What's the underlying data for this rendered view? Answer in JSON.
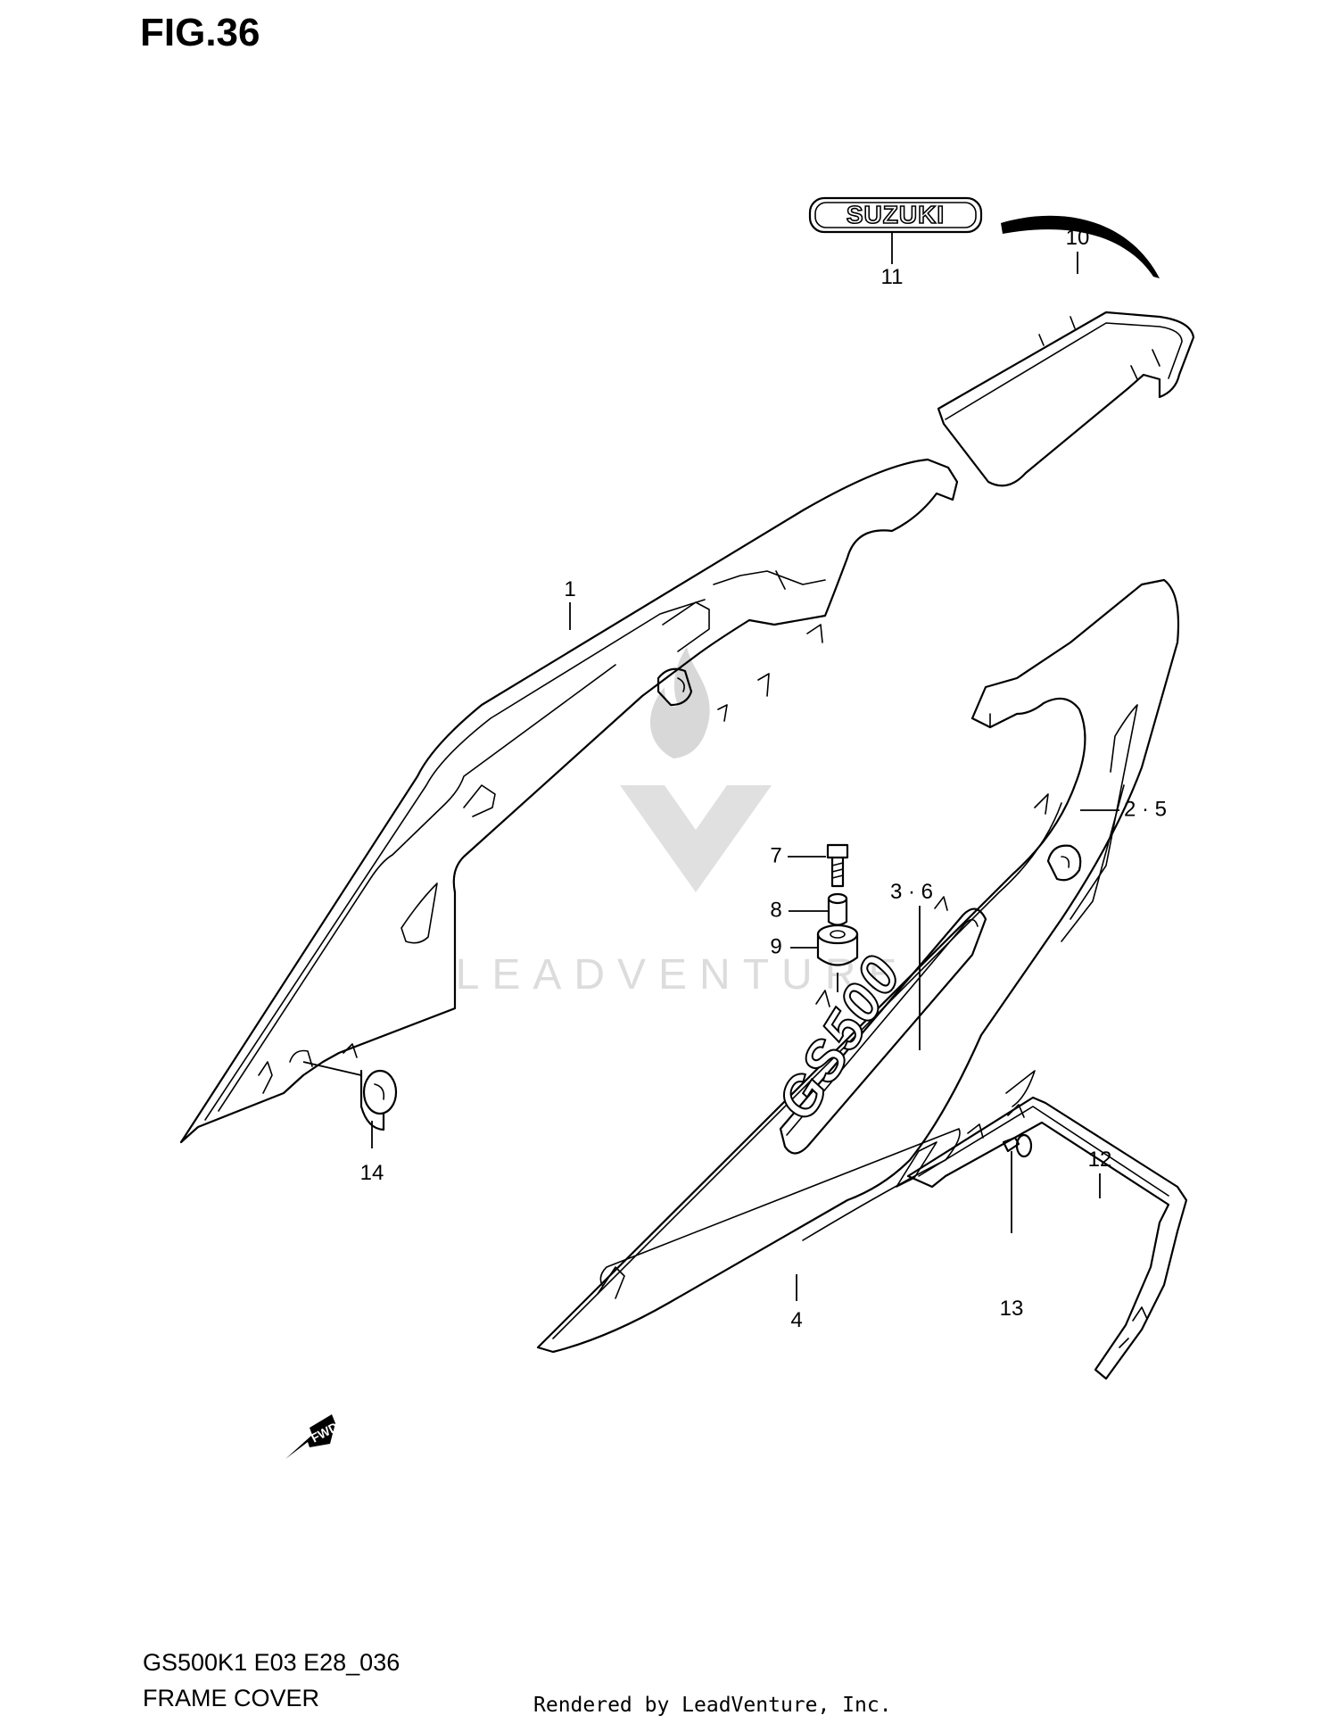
{
  "figure": {
    "title": "FIG.36",
    "model_code": "GS500K1 E03 E28_036",
    "section_name": "FRAME COVER",
    "rendered_by": "Rendered by LeadVenture, Inc."
  },
  "emblem_text": "SUZUKI",
  "decal_text": "GS500",
  "direction_badge": "FWD",
  "watermark_text": "LEADVENTURE",
  "callouts": [
    {
      "id": "1",
      "label": "1"
    },
    {
      "id": "2",
      "label": "2 · 5"
    },
    {
      "id": "3",
      "label": "3 · 6"
    },
    {
      "id": "4",
      "label": "4"
    },
    {
      "id": "7",
      "label": "7"
    },
    {
      "id": "8",
      "label": "8"
    },
    {
      "id": "9",
      "label": "9"
    },
    {
      "id": "10",
      "label": "10"
    },
    {
      "id": "11",
      "label": "11"
    },
    {
      "id": "12",
      "label": "12"
    },
    {
      "id": "13",
      "label": "13"
    },
    {
      "id": "14",
      "label": "14"
    }
  ]
}
